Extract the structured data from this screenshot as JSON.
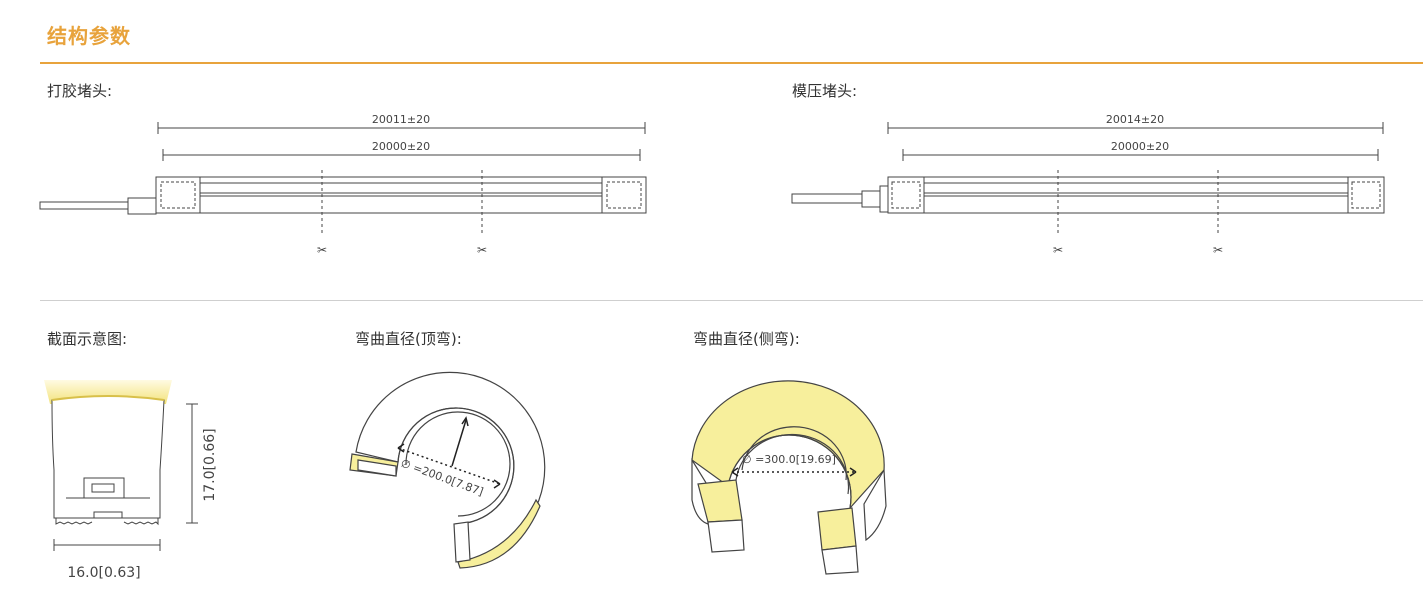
{
  "header": {
    "section_title": "结构参数",
    "accent_color": "#e8a33c"
  },
  "end_caps": {
    "glued": {
      "label": "打胶堵头:",
      "overall_length": "20011±20",
      "cut_length": "20000±20"
    },
    "molded": {
      "label": "模压堵头:",
      "overall_length": "20014±20",
      "cut_length": "20000±20"
    },
    "cut_mark_icon": "scissors-icon"
  },
  "cross_section": {
    "label": "截面示意图:",
    "height": "17.0[0.66]",
    "width": "16.0[0.63]"
  },
  "bend_top": {
    "label": "弯曲直径(顶弯):",
    "diameter": "∅ =200.0[7.87]"
  },
  "bend_side": {
    "label": "弯曲直径(侧弯):",
    "diameter": "∅ =300.0[19.69]"
  },
  "colors": {
    "light_emitting": "#f7ef9c",
    "line": "#444444"
  }
}
